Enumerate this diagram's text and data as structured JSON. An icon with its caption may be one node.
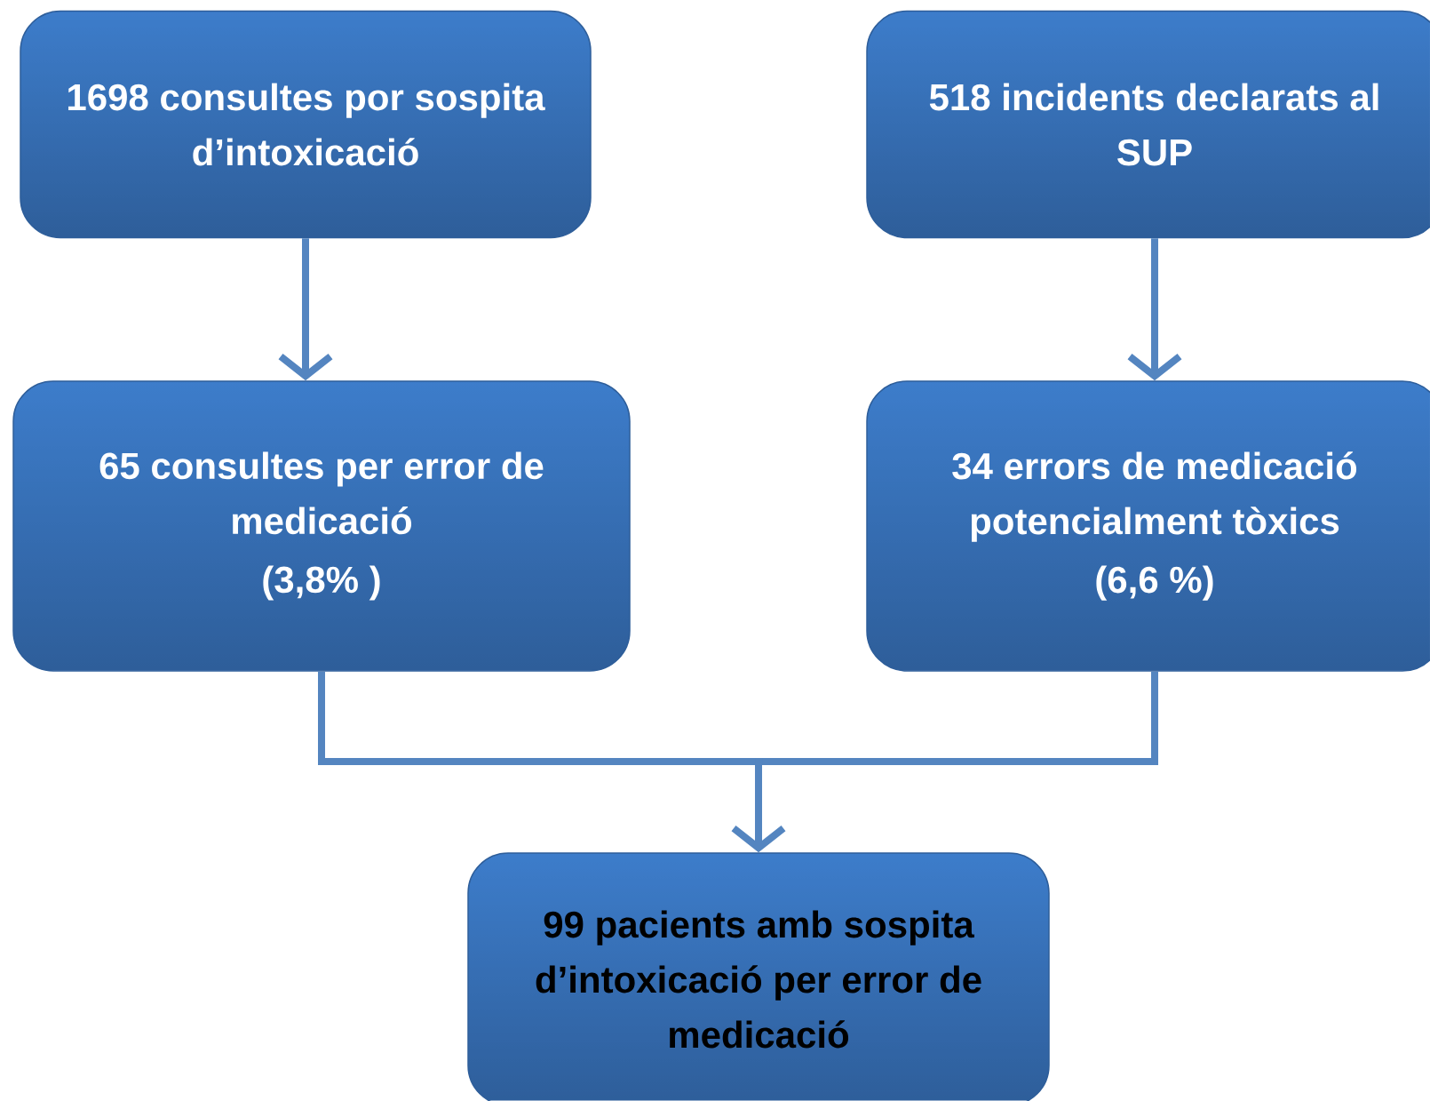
{
  "diagram": {
    "nodes": [
      {
        "text": [
          "1698 consultes por sospita d’intoxicació"
        ]
      },
      {
        "text": [
          "518 incidents declarats al SUP"
        ]
      },
      {
        "text": [
          "65 consultes per error de medicació",
          "(3,8% )"
        ]
      },
      {
        "text": [
          "34 errors de medicació potencialment tòxics",
          "(6,6 %)"
        ]
      },
      {
        "text": [
          "99 pacients amb sospita d’intoxicació per error de medicació"
        ]
      }
    ],
    "edges": [
      {
        "from": 0,
        "to": 2,
        "arrow": "to"
      },
      {
        "from": 1,
        "to": 3,
        "arrow": "to"
      },
      {
        "from": 2,
        "to": 4,
        "arrow": "to"
      },
      {
        "from": 3,
        "to": 4,
        "arrow": "to"
      }
    ]
  }
}
